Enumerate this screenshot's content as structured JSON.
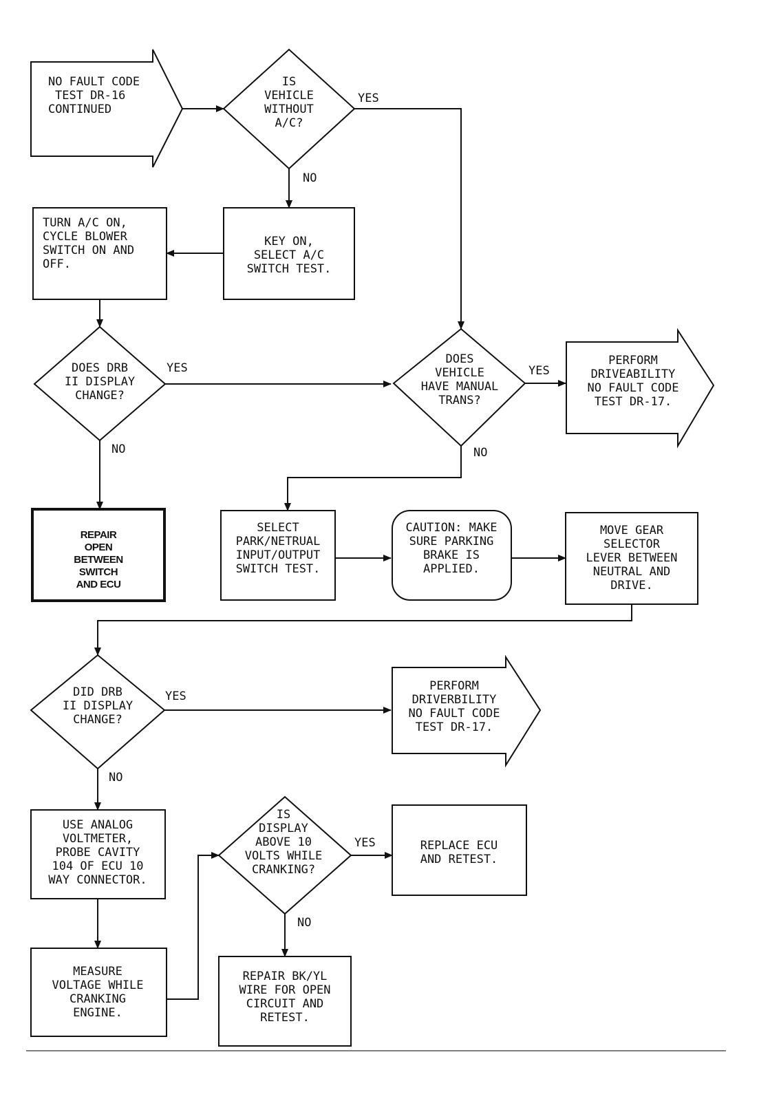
{
  "nodes": {
    "start": [
      "NO FAULT CODE",
      "TEST DR-16",
      "CONTINUED"
    ],
    "q_without_ac": [
      "IS",
      "VEHICLE",
      "WITHOUT",
      "A/C?"
    ],
    "key_on": [
      "KEY ON,",
      "SELECT A/C",
      "SWITCH TEST."
    ],
    "turn_ac_on": [
      "TURN A/C ON,",
      "CYCLE BLOWER",
      "SWITCH ON AND",
      "OFF."
    ],
    "q_display_change": [
      "DOES DRB",
      "II DISPLAY",
      "CHANGE?"
    ],
    "repair_open": [
      "REPAIR",
      "OPEN",
      "BETWEEN",
      "SWITCH",
      "AND ECU"
    ],
    "q_manual_trans": [
      "DOES",
      "VEHICLE",
      "HAVE MANUAL",
      "TRANS?"
    ],
    "perform_1": [
      "PERFORM",
      "DRIVEABILITY",
      "NO FAULT CODE",
      "TEST DR-17."
    ],
    "select_park": [
      "SELECT",
      "PARK/NETRUAL",
      "INPUT/OUTPUT",
      "SWITCH TEST."
    ],
    "caution": [
      "CAUTION: MAKE",
      "SURE PARKING",
      "BRAKE IS",
      "APPLIED."
    ],
    "move_gear": [
      "MOVE GEAR",
      "SELECTOR",
      "LEVER BETWEEN",
      "NEUTRAL AND",
      "DRIVE."
    ],
    "q_did_display": [
      "DID DRB",
      "II DISPLAY",
      "CHANGE?"
    ],
    "perform_2": [
      "PERFORM",
      "DRIVERBILITY",
      "NO FAULT CODE",
      "TEST DR-17."
    ],
    "use_voltmeter": [
      "USE ANALOG",
      "VOLTMETER,",
      "PROBE CAVITY",
      "104 OF ECU 10",
      "WAY CONNECTOR."
    ],
    "measure": [
      "MEASURE",
      "VOLTAGE WHILE",
      "CRANKING",
      "ENGINE."
    ],
    "q_above_10": [
      "IS",
      "DISPLAY",
      "ABOVE 10",
      "VOLTS WHILE",
      "CRANKING?"
    ],
    "replace_ecu": [
      "REPLACE ECU",
      "AND RETEST."
    ],
    "repair_wire": [
      "REPAIR BK/YL",
      "WIRE FOR OPEN",
      "CIRCUIT AND",
      "RETEST."
    ]
  },
  "edges": {
    "yes_1": "YES",
    "no_1": "NO",
    "yes_2": "YES",
    "no_2": "NO",
    "yes_3": "YES",
    "no_3": "NO",
    "yes_4": "YES",
    "no_4": "NO",
    "yes_5": "YES",
    "no_5": "NO"
  }
}
